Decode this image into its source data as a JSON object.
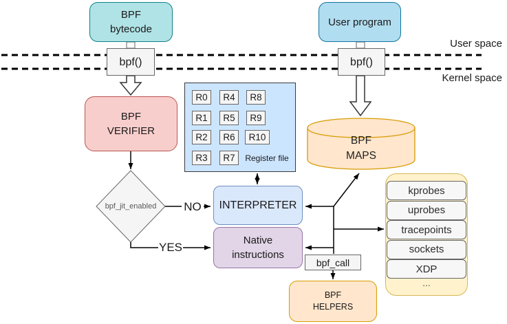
{
  "diagram": {
    "title_hint": "BPF architecture flow diagram",
    "labels": {
      "user_space": "User space",
      "kernel_space": "Kernel space",
      "no": "NO",
      "yes": "YES",
      "more": "..."
    },
    "nodes": {
      "bpf_bytecode": "BPF\nbytecode",
      "user_program": "User program",
      "bpf_syscall_left": "bpf()",
      "bpf_syscall_right": "bpf()",
      "bpf_verifier": "BPF\nVERIFIER",
      "bpf_jit_enabled": "bpf_jit_enabled",
      "interpreter": "INTERPRETER",
      "native_instructions": "Native\ninstructions",
      "bpf_maps": "BPF\nMAPS",
      "bpf_call": "bpf_call",
      "bpf_helpers": "BPF\nHELPERS"
    },
    "register_file": {
      "registers": [
        "R0",
        "R1",
        "R2",
        "R3",
        "R4",
        "R5",
        "R6",
        "R7",
        "R8",
        "R9",
        "R10"
      ],
      "caption": "Register file"
    },
    "hooks": [
      "kprobes",
      "uprobes",
      "tracepoints",
      "sockets",
      "XDP"
    ],
    "colors": {
      "teal_fill": "#b0e3e6",
      "teal_stroke": "#0e8088",
      "blue_fill": "#b1ddf0",
      "blue_stroke": "#10739e",
      "red_fill": "#f8cecc",
      "red_stroke": "#b85450",
      "lightblue_fill": "#dae8fc",
      "lightblue_stroke": "#6c8ebf",
      "purple_fill": "#e1d5e7",
      "purple_stroke": "#9673a6",
      "orange_fill": "#ffe6cc",
      "orange_stroke": "#d79b00",
      "yellow_fill": "#fff2cc",
      "yellow_stroke": "#d6b656",
      "grey_fill": "#f5f5f5",
      "grey_stroke": "#666666",
      "registerfile_fill": "#cce5ff",
      "edge": "#000000"
    }
  }
}
